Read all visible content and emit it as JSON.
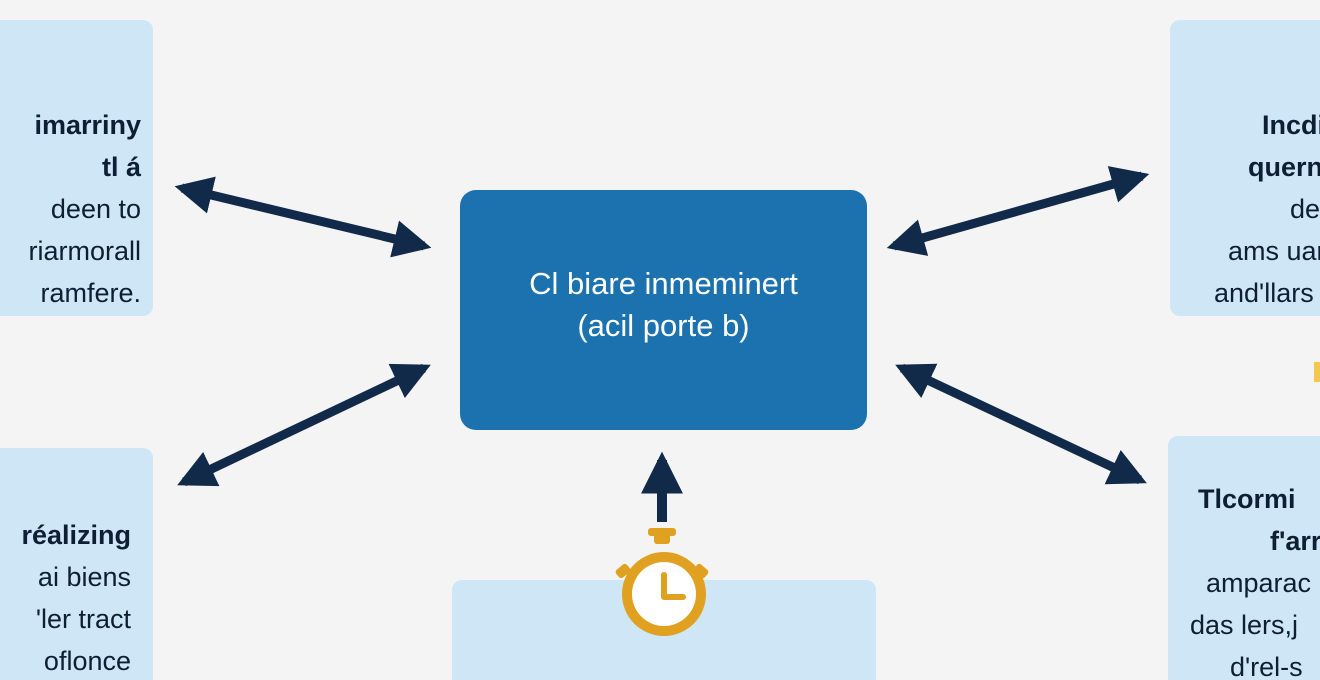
{
  "center": {
    "line1": "Cl biare inmeminert",
    "line2": "(acil porte b)"
  },
  "top_left": {
    "lines": [
      "imarriny",
      "tl á",
      "deen to",
      "riarmorall",
      "ramfere."
    ]
  },
  "bottom_left": {
    "lines": [
      "réalizing",
      "ai biens",
      "'ler tract",
      "oflonce"
    ]
  },
  "top_right": {
    "lines": [
      "Incdie",
      "querne",
      "de s",
      "ams uar",
      "and'llars"
    ]
  },
  "bottom_right": {
    "lines": [
      "Tlcormi",
      "f'arr",
      "amparac",
      "das lers,j",
      "d'rel-s"
    ]
  },
  "icons": {
    "timer": "stopwatch-icon"
  },
  "colors": {
    "background": "#f4f4f4",
    "side_box": "#cfe6f6",
    "center_box": "#1b72ae",
    "arrow": "#112a4a",
    "stopwatch": "#e0a020"
  }
}
